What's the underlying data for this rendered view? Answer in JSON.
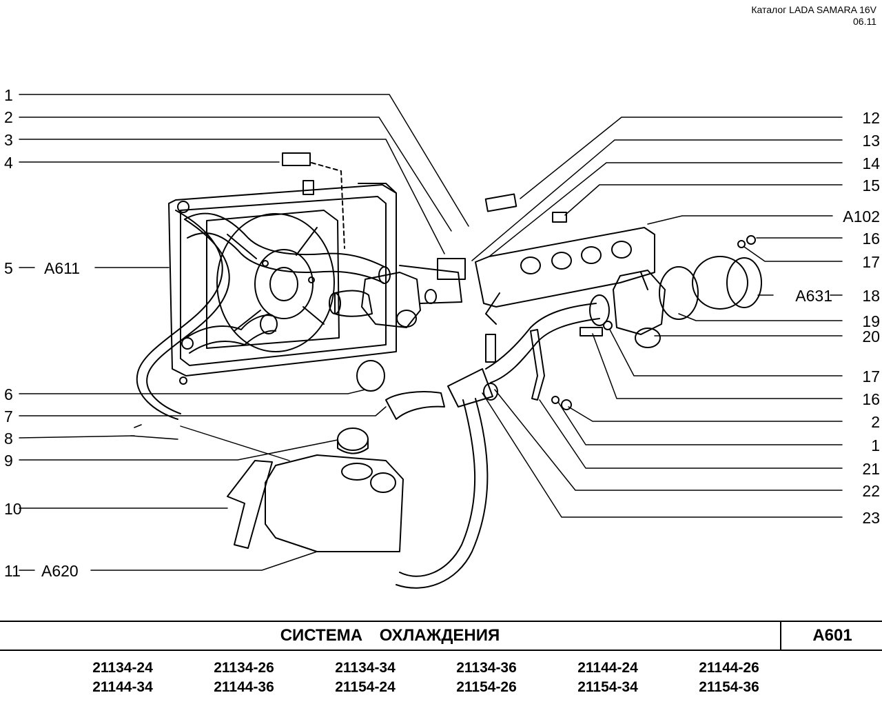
{
  "header": {
    "catalog": "Каталог LADA SAMARA 16V",
    "date": "06.11"
  },
  "callouts_left": [
    {
      "num": "1"
    },
    {
      "num": "2"
    },
    {
      "num": "3"
    },
    {
      "num": "4"
    },
    {
      "num": "5",
      "ref": "A611"
    },
    {
      "num": "6"
    },
    {
      "num": "7"
    },
    {
      "num": "8"
    },
    {
      "num": "9"
    },
    {
      "num": "10"
    },
    {
      "num": "11",
      "ref": "A620"
    }
  ],
  "callouts_right": [
    {
      "num": "12"
    },
    {
      "num": "13"
    },
    {
      "num": "14"
    },
    {
      "num": "15"
    },
    {
      "ref": "A102"
    },
    {
      "num": "16"
    },
    {
      "num": "17"
    },
    {
      "num": "18",
      "ref": "A631"
    },
    {
      "num": "19"
    },
    {
      "num": "20"
    },
    {
      "num": "17"
    },
    {
      "num": "16"
    },
    {
      "num": "2"
    },
    {
      "num": "1"
    },
    {
      "num": "21"
    },
    {
      "num": "22"
    },
    {
      "num": "23"
    }
  ],
  "title": {
    "name": "СИСТЕМА   ОХЛАЖДЕНИЯ",
    "code": "A601"
  },
  "models": [
    "21134-24",
    "21134-26",
    "21134-34",
    "21134-36",
    "21144-24",
    "21144-26",
    "21144-34",
    "21144-36",
    "21154-24",
    "21154-26",
    "21154-34",
    "21154-36"
  ]
}
